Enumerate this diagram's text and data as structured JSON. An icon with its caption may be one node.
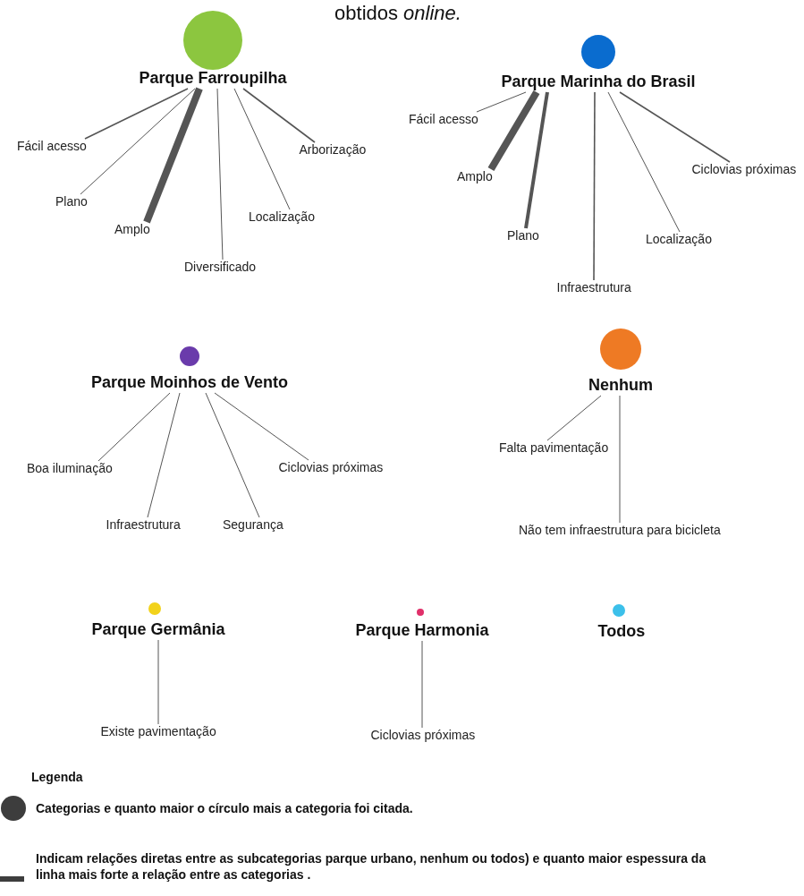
{
  "diagram": {
    "nodes": [
      {
        "text": [
          "Parque Farroupilha"
        ]
      },
      {
        "text": [
          "Fácil acesso"
        ]
      },
      {
        "text": [
          "Plano"
        ]
      },
      {
        "text": [
          "Amplo"
        ]
      },
      {
        "text": [
          "Diversificado"
        ]
      },
      {
        "text": [
          "Localização"
        ]
      },
      {
        "text": [
          "Arborização"
        ]
      },
      {
        "text": [
          "Parque Marinha do Brasil"
        ]
      },
      {
        "text": [
          "Fácil acesso"
        ]
      },
      {
        "text": [
          "Amplo"
        ]
      },
      {
        "text": [
          "Plano"
        ]
      },
      {
        "text": [
          "Infraestrutura"
        ]
      },
      {
        "text": [
          "Localização"
        ]
      },
      {
        "text": [
          "Ciclovias próximas"
        ]
      },
      {
        "text": [
          "Parque Moinhos de Vento"
        ]
      },
      {
        "text": [
          "Boa iluminação"
        ]
      },
      {
        "text": [
          "Infraestrutura"
        ]
      },
      {
        "text": [
          "Segurança"
        ]
      },
      {
        "text": [
          "Ciclovias próximas"
        ]
      },
      {
        "text": [
          "Nenhum"
        ]
      },
      {
        "text": [
          "Falta pavimentação"
        ]
      },
      {
        "text": [
          "Não tem infraestrutura para bicicleta"
        ]
      },
      {
        "text": [
          "Parque Germânia"
        ]
      },
      {
        "text": [
          "Existe pavimentação"
        ]
      },
      {
        "text": [
          "Parque Harmonia"
        ]
      },
      {
        "text": [
          "Ciclovias próximas"
        ]
      },
      {
        "text": [
          "Todos"
        ]
      }
    ],
    "edges": [
      {
        "from": 0,
        "to": 1,
        "arrow": "none"
      },
      {
        "from": 0,
        "to": 2,
        "arrow": "none"
      },
      {
        "from": 0,
        "to": 3,
        "arrow": "none",
        "style": "thick"
      },
      {
        "from": 0,
        "to": 4,
        "arrow": "none"
      },
      {
        "from": 0,
        "to": 5,
        "arrow": "none"
      },
      {
        "from": 0,
        "to": 6,
        "arrow": "none"
      },
      {
        "from": 7,
        "to": 8,
        "arrow": "none"
      },
      {
        "from": 7,
        "to": 9,
        "arrow": "none",
        "style": "thick"
      },
      {
        "from": 7,
        "to": 10,
        "arrow": "none",
        "style": "thick"
      },
      {
        "from": 7,
        "to": 11,
        "arrow": "none"
      },
      {
        "from": 7,
        "to": 12,
        "arrow": "none"
      },
      {
        "from": 7,
        "to": 13,
        "arrow": "none"
      },
      {
        "from": 14,
        "to": 15,
        "arrow": "none"
      },
      {
        "from": 14,
        "to": 16,
        "arrow": "none"
      },
      {
        "from": 14,
        "to": 17,
        "arrow": "none"
      },
      {
        "from": 14,
        "to": 18,
        "arrow": "none"
      },
      {
        "from": 19,
        "to": 20,
        "arrow": "none"
      },
      {
        "from": 19,
        "to": 21,
        "arrow": "none"
      },
      {
        "from": 22,
        "to": 23,
        "arrow": "none"
      },
      {
        "from": 24,
        "to": 25,
        "arrow": "none"
      }
    ],
    "labels": [
      "obtidos *online.*",
      "Legenda"
    ],
    "legend": [
      {
        "text": "Categorias e quanto maior o círculo mais a categoria foi citada."
      },
      {
        "text": "Indicam relações diretas entre as subcategorias parque urbano, nenhum ou todos) e quanto maior espessura da linha mais forte a relação entre as categorias ."
      }
    ]
  }
}
